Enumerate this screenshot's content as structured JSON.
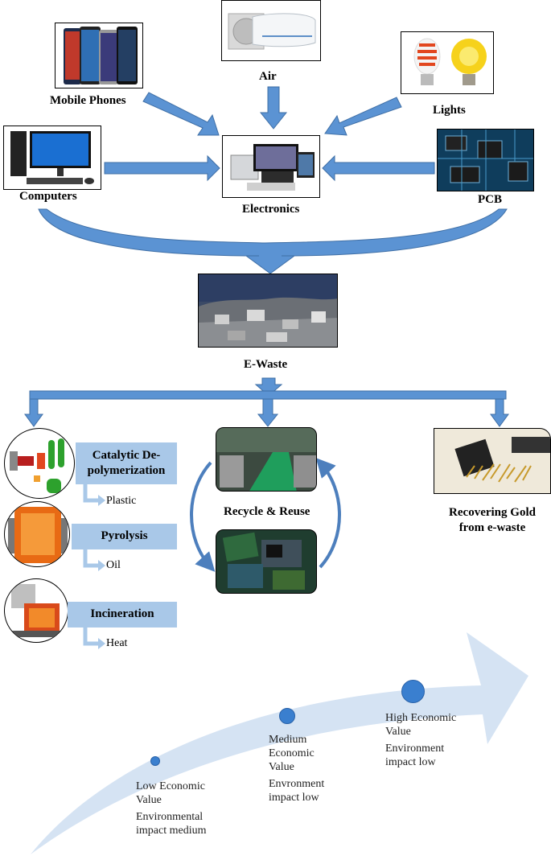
{
  "sources": {
    "mobile_phones": "Mobile Phones",
    "air": "Air",
    "lights": "Lights",
    "computers": "Computers",
    "pcb": "PCB",
    "electronics": "Electronics"
  },
  "ewaste": "E-Waste",
  "treatments": {
    "catalytic": {
      "label": "Catalytic De-polymerization",
      "product": "Plastic"
    },
    "pyrolysis": {
      "label": "Pyrolysis",
      "product": "Oil"
    },
    "incineration": {
      "label": "Incineration",
      "product": "Heat"
    }
  },
  "recycle": "Recycle & Reuse",
  "gold": "Recovering Gold from e-waste",
  "value_scale": {
    "low": {
      "value": "Low Economic Value",
      "impact": "Environmental impact medium"
    },
    "medium": {
      "value": "Medium Economic Value",
      "impact": "Envronment impact low"
    },
    "high": {
      "value": "High Economic Value",
      "impact": "Environment impact low"
    }
  },
  "colors": {
    "arrow_fill": "#5b93d3",
    "arrow_stroke": "#3f6fa6",
    "box_fill": "#a9c8e8",
    "big_arrow": "#d5e3f3"
  }
}
